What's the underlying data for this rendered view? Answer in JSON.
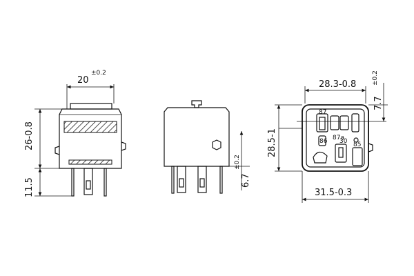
{
  "front_view": {
    "width_dim": "20",
    "width_tol": "±0.2",
    "height_dim": "26-0.8",
    "pin_dim": "11.5"
  },
  "side_view": {
    "offset_dim": "6.7",
    "offset_tol": "±0.2"
  },
  "bottom_view": {
    "top_width_dim": "28.3-0.8",
    "right_height_dim": "7.7",
    "right_height_tol": "±0.2",
    "inner_height_dim": "28.5-1",
    "bottom_width_dim": "31.5-0.3",
    "terminals": [
      "87",
      "86",
      "87a",
      "30",
      "85"
    ]
  }
}
